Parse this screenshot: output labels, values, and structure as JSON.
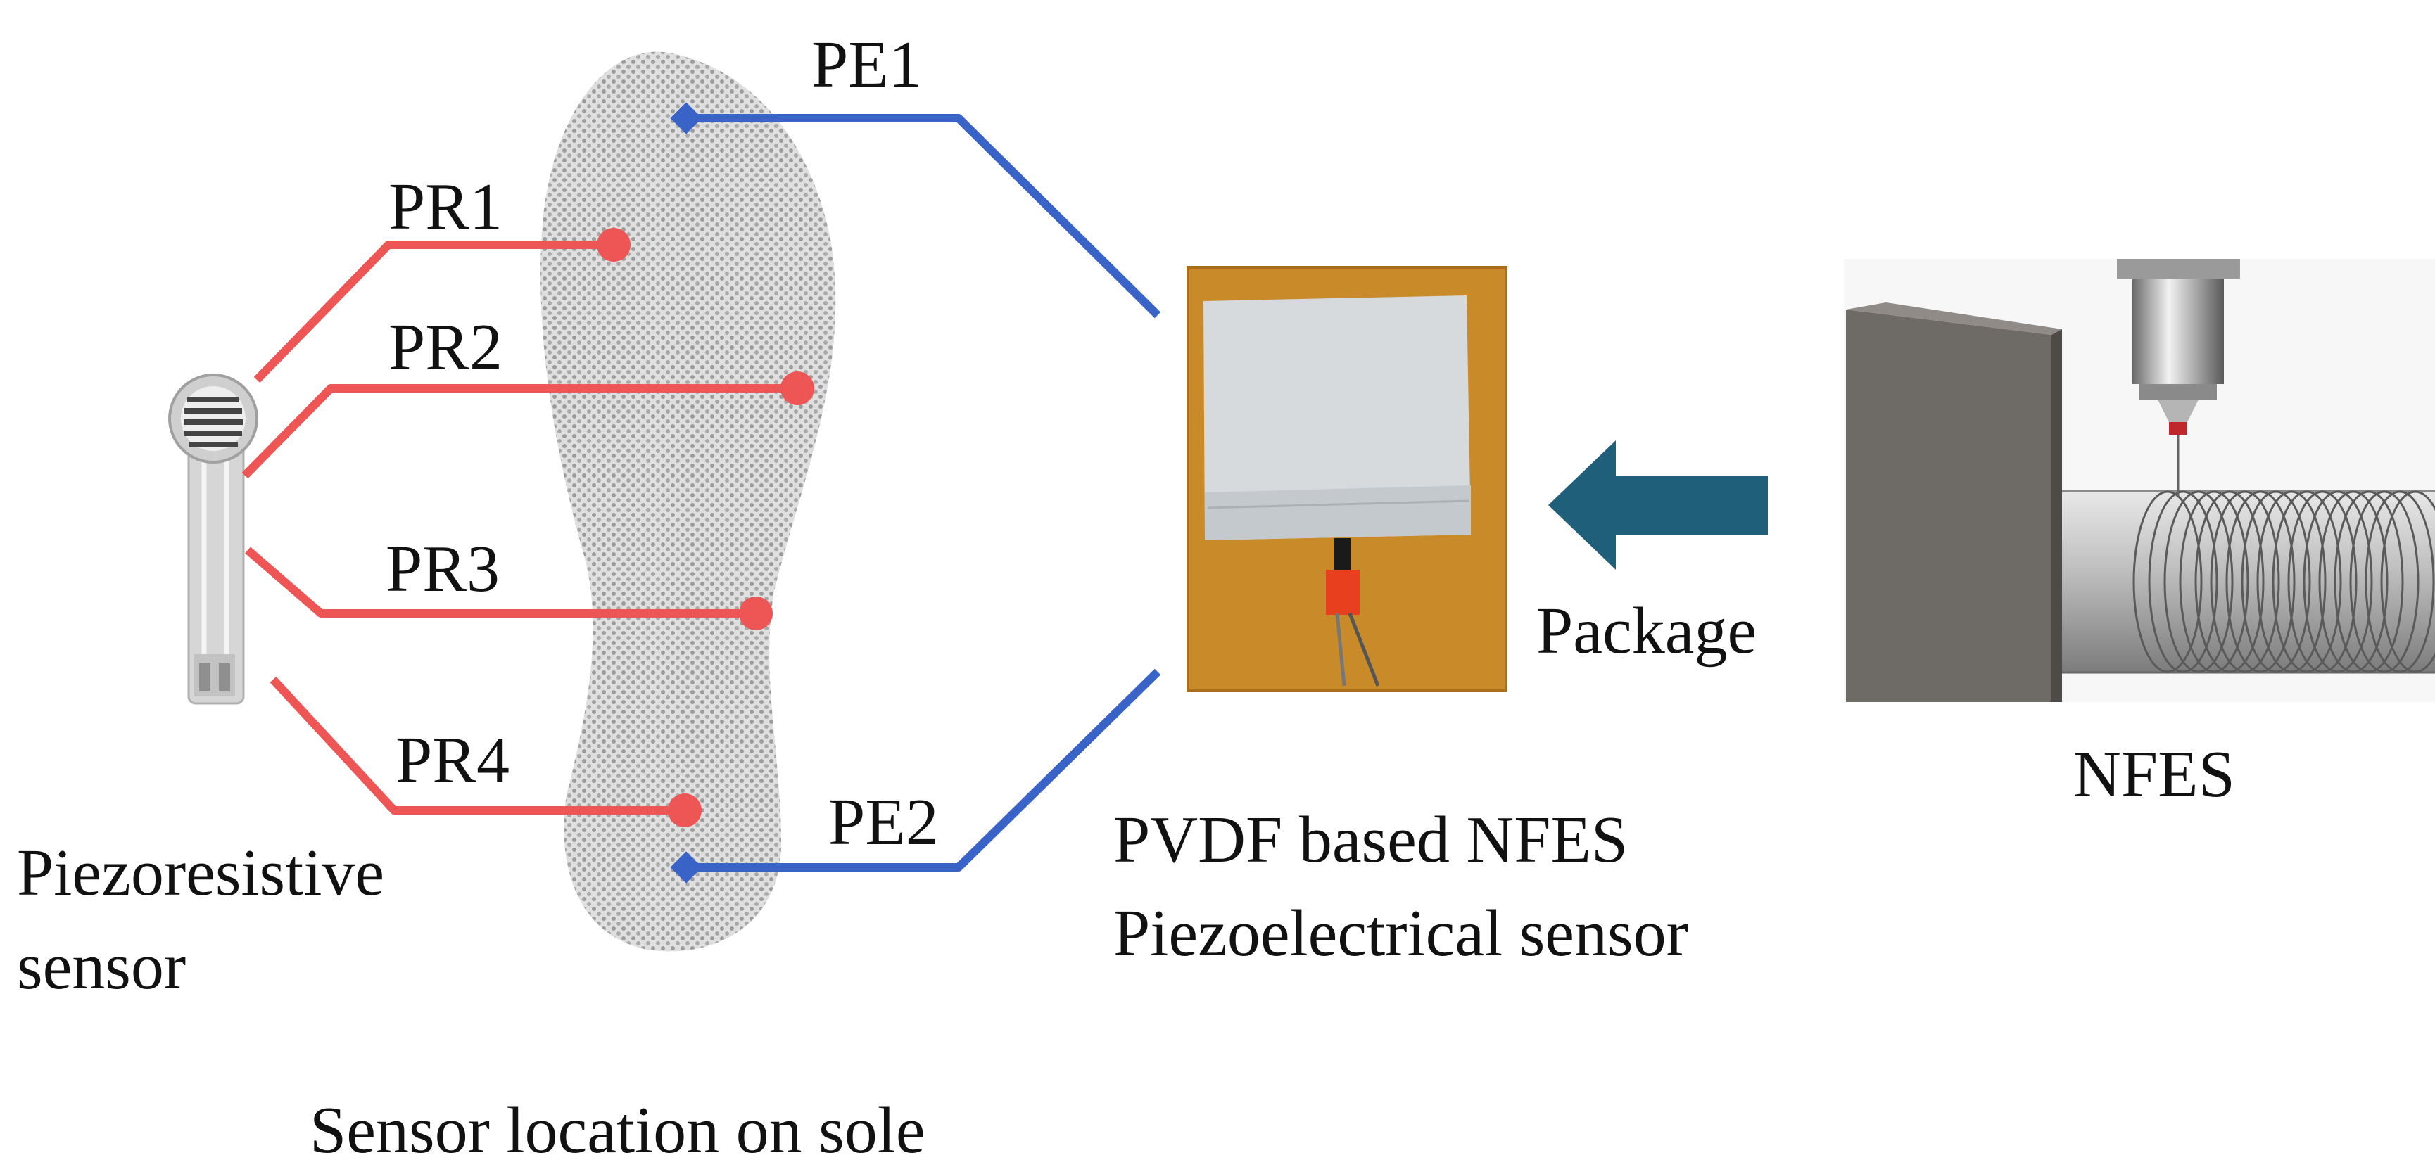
{
  "colors": {
    "piezoresistive_lead": "#ee5555",
    "piezoelectric_lead": "#3a63c8",
    "arrow": "#1f5f7a",
    "pvdf_backdrop": "#c98a2a"
  },
  "labels": {
    "pe1": "PE1",
    "pe2": "PE2",
    "pr1": "PR1",
    "pr2": "PR2",
    "pr3": "PR3",
    "pr4": "PR4",
    "piezoresistive_line1": "Piezoresistive",
    "piezoresistive_line2": "sensor",
    "sole_caption": "Sensor location on sole",
    "pvdf_line1": "PVDF based NFES",
    "pvdf_line2": "Piezoelectrical sensor",
    "package": "Package",
    "nfes": "NFES"
  },
  "icons": {
    "insole": "foot-sole-icon",
    "fsr": "fsr-sensor-icon",
    "pvdf": "pvdf-sensor-photo",
    "arrow": "left-arrow-icon",
    "nfes": "electrospinning-setup-icon"
  }
}
